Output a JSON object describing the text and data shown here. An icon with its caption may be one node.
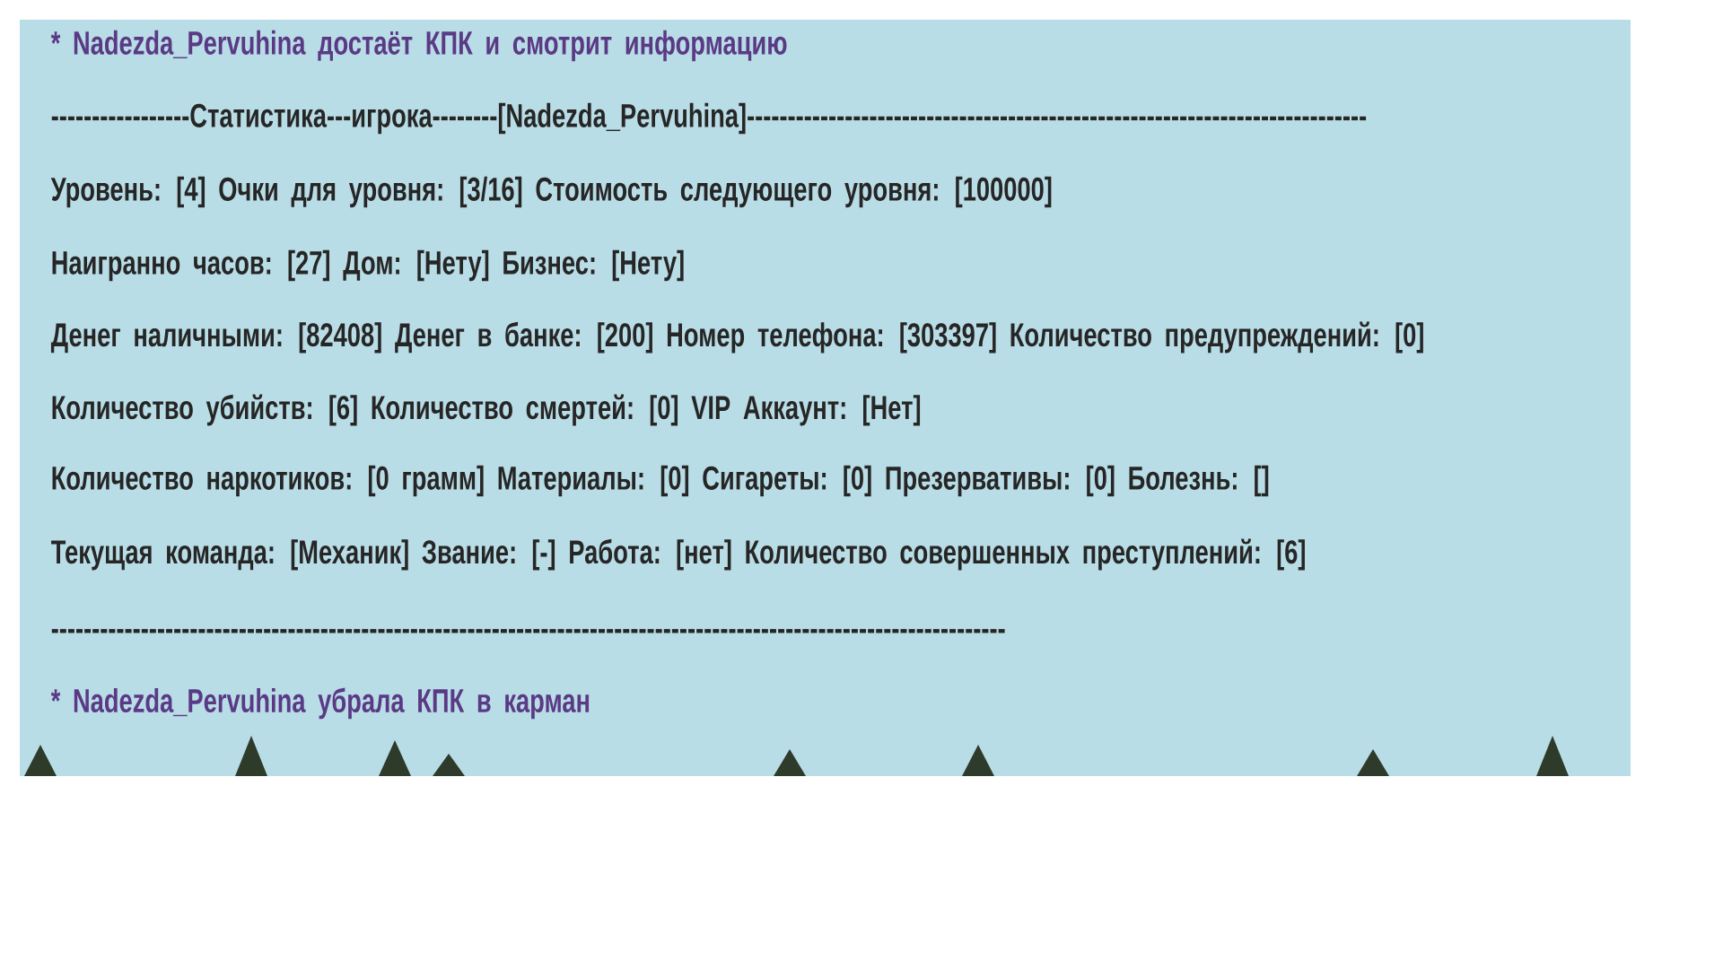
{
  "diagram": {
    "labels": [
      "* Nadezda_Pervuhina достаёт КПК и смотрит информацию",
      "-----------------Статистика---игрока--------[Nadezda_Pervuhina]----------------------------------------------------------------------------",
      "Уровень: [4]  Очки для уровня: [3/16]  Стоимость следующего уровня: [100000]",
      "Наигранно часов: [27] Дом: [Нету] Бизнес: [Нету]",
      "Денег наличными: [82408]  Денег в банке: [200]  Номер телефона: [303397] Количество предупреждений: [0]",
      "Количество убийств: [6] Количество смертей: [0]  VIP Аккаунт: [Нет]",
      "Количество наркотиков: [0 грамм] Материалы: [0] Сигареты: [0] Презервативы: [0] Болезнь: []",
      "Текущая команда: [Механик] Звание: [-]  Работа: [нет] Количество совершенных преступлений: [6]",
      "---------------------------------------------------------------------------------------------------------------------",
      "* Nadezda_Pervuhina убрала КПК в карман"
    ]
  }
}
